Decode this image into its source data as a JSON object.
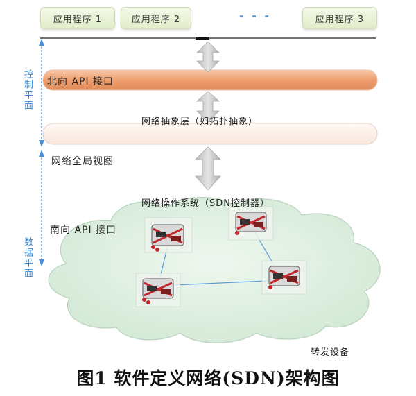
{
  "apps": [
    {
      "label": "应用程序 1"
    },
    {
      "label": "应用程序 2"
    },
    {
      "label": "应用程序 3"
    }
  ],
  "ellipsis": "- - -",
  "control_plane_label": "控制平面",
  "data_plane_label": "数据平面",
  "northbound_label": "北向 API 接口",
  "abstraction_label": "网络抽象层（如拓扑抽象）",
  "global_view_label": "网络全局视图",
  "nos_label": "网络操作系统（SDN控制器）",
  "southbound_label": "南向 API 接口",
  "forwarding_label": "转发设备",
  "caption": "图1  软件定义网络(SDN)架构图",
  "colors": {
    "northbound_bar": "#efa173",
    "abstraction_bar": "#fcece3",
    "app_box": "#e6f0d2",
    "cloud": "#d8ecda",
    "side_accent": "#3b8ad1",
    "arrow": "#c4c4c4"
  }
}
